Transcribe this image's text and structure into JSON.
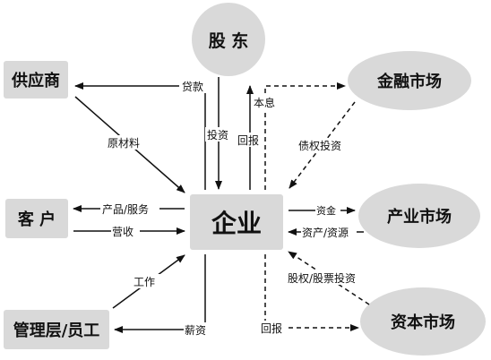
{
  "nodes": {
    "shareholders": "股  东",
    "supplier": "供应商",
    "customer": "客  户",
    "management": "管理层/员工",
    "enterprise": "企业",
    "financial_market": "金融市场",
    "industry_market": "产业市场",
    "capital_market": "资本市场"
  },
  "edges": {
    "loan": "贷款",
    "investment": "投资",
    "principal_interest": "本息",
    "return_shareholders": "回报",
    "raw_materials": "原材料",
    "debt_investment": "债权投资",
    "products_services": "产品/服务",
    "revenue": "营收",
    "funds": "资金",
    "assets_resources": "资产/资源",
    "work": "工作",
    "salary": "薪资",
    "equity_investment": "股权/股票投资",
    "return_capital": "回报"
  }
}
